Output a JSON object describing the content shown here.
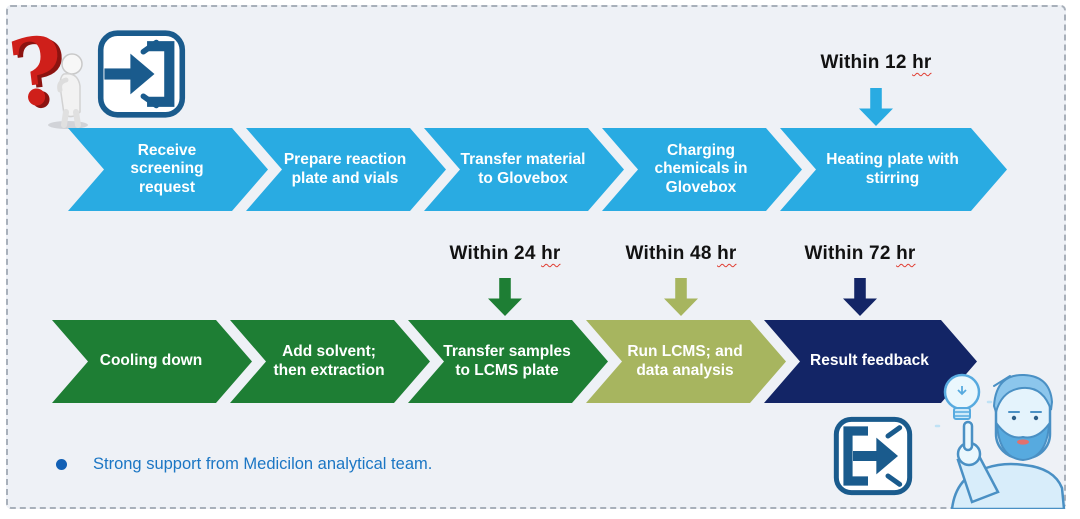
{
  "palette": {
    "panel_background": "#eef1f6",
    "step_blue": "#29abe2",
    "step_green": "#1e7e34",
    "step_olive": "#a7b55f",
    "step_navy": "#132566",
    "icon_blue": "#1a5b8d",
    "footer_text_blue": "#1b76c4",
    "footer_bullet_blue": "#1260b5",
    "timing_text": "#121212",
    "spellcheck_squiggle_red": "#e03c31",
    "question_mark_red": "#cf1f1a"
  },
  "row1": {
    "steps": [
      {
        "label": "Receive screening request"
      },
      {
        "label": "Prepare reaction plate and vials"
      },
      {
        "label": "Transfer material to Glovebox"
      },
      {
        "label": "Charging chemicals in Glovebox"
      },
      {
        "label": "Heating plate with stirring",
        "timing": {
          "prefix": "Within 12",
          "unit": "hr"
        }
      }
    ]
  },
  "row2": {
    "steps": [
      {
        "label": "Cooling down"
      },
      {
        "label": "Add solvent; then extraction"
      },
      {
        "label": "Transfer samples to LCMS plate",
        "timing": {
          "prefix": "Within 24",
          "unit": "hr"
        }
      },
      {
        "label": "Run LCMS; and data analysis",
        "timing": {
          "prefix": "Within 48",
          "unit": "hr"
        }
      },
      {
        "label": "Result feedback",
        "timing": {
          "prefix": "Within 72",
          "unit": "hr"
        }
      }
    ]
  },
  "footer": {
    "text": "Strong support from Medicilon analytical team."
  },
  "icons": {
    "question_figure": "3d-question-mark-with-thinker",
    "enter_icon": "enter-door-arrow",
    "exit_icon": "exit-door-arrow",
    "idea_man": "man-pointing-at-lightbulb"
  }
}
